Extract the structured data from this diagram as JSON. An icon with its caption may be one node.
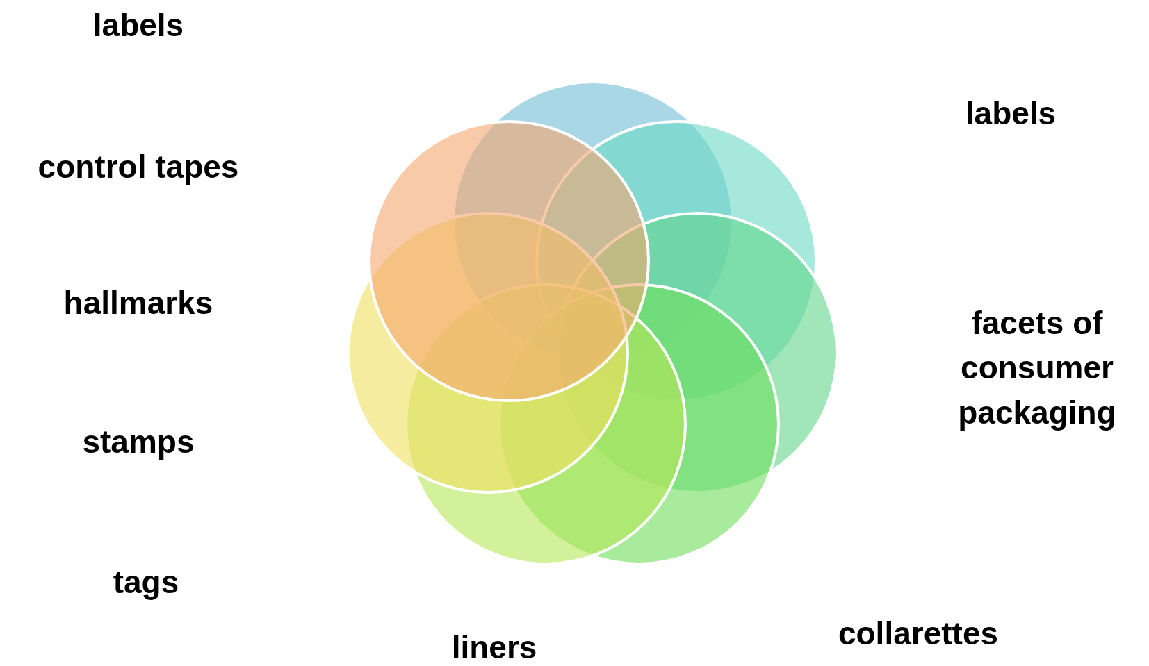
{
  "diagram": {
    "nodes": [
      {
        "text": [],
        "shape": "circle"
      },
      {
        "text": [],
        "shape": "circle"
      },
      {
        "text": [],
        "shape": "circle"
      },
      {
        "text": [],
        "shape": "circle"
      },
      {
        "text": [],
        "shape": "circle"
      },
      {
        "text": [],
        "shape": "circle"
      },
      {
        "text": [],
        "shape": "circle"
      }
    ],
    "edges": [],
    "labels": [
      "labels",
      "labels",
      "control tapes",
      "hallmarks",
      "facets of consumer packaging",
      "stamps",
      "tags",
      "collarettes",
      "liners"
    ]
  }
}
